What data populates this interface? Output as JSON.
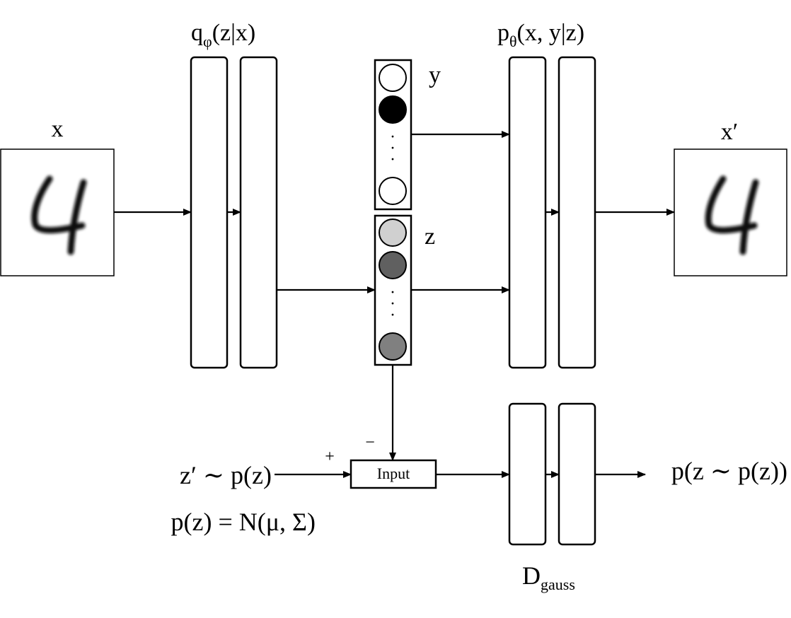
{
  "encoder": {
    "main": "q",
    "subscript": "φ",
    "args": "(z|x)"
  },
  "decoder": {
    "main": "p",
    "subscript": "θ",
    "args": "(x, y|z)"
  },
  "discriminator": {
    "main": "D",
    "subscript": "gauss"
  },
  "input_image_label": "x",
  "output_image_label": "x′",
  "input_digit": "4",
  "output_digit": "4",
  "y_label": "y",
  "z_label": "z",
  "y_nodes": [
    "#ffffff",
    "#000000",
    "#ffffff"
  ],
  "z_nodes": [
    "#d0d0d0",
    "#606060",
    "#808080"
  ],
  "ellipsis": "·",
  "prior_sample": "z′ ∼ p(z)",
  "prior_def": "p(z) = N(μ, Σ)",
  "plus_sign": "+",
  "minus_sign": "−",
  "input_box_label": "Input",
  "disc_output": "p(z ∼ p(z))"
}
